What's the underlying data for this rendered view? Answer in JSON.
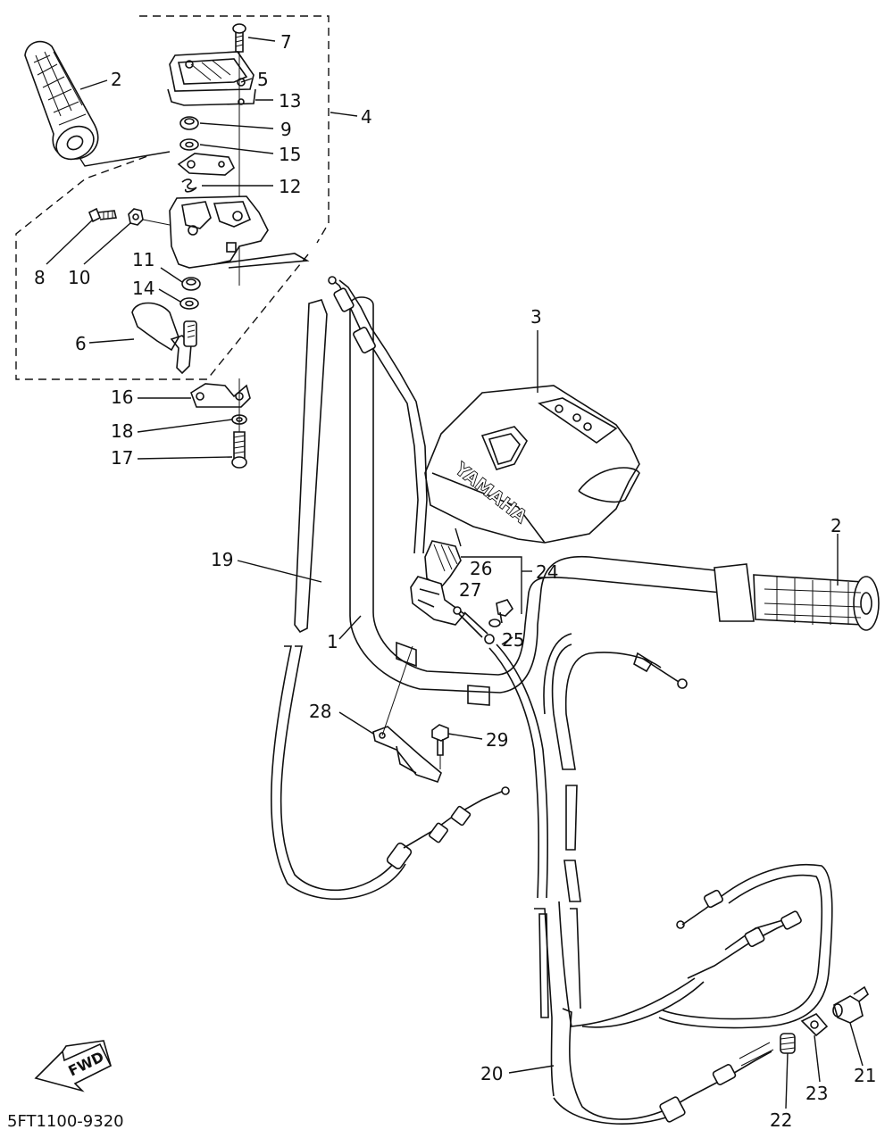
{
  "diagram": {
    "code": "5FT1100-9320",
    "fwd_label": "FWD",
    "brand_text": "YAMAHA",
    "callouts": [
      {
        "id": "c1",
        "text": "1"
      },
      {
        "id": "c2a",
        "text": "2"
      },
      {
        "id": "c2b",
        "text": "2"
      },
      {
        "id": "c3",
        "text": "3"
      },
      {
        "id": "c4",
        "text": "4"
      },
      {
        "id": "c5",
        "text": "5"
      },
      {
        "id": "c6",
        "text": "6"
      },
      {
        "id": "c7",
        "text": "7"
      },
      {
        "id": "c8",
        "text": "8"
      },
      {
        "id": "c9",
        "text": "9"
      },
      {
        "id": "c10",
        "text": "10"
      },
      {
        "id": "c11",
        "text": "11"
      },
      {
        "id": "c12",
        "text": "12"
      },
      {
        "id": "c13",
        "text": "13"
      },
      {
        "id": "c14",
        "text": "14"
      },
      {
        "id": "c15",
        "text": "15"
      },
      {
        "id": "c16",
        "text": "16"
      },
      {
        "id": "c17",
        "text": "17"
      },
      {
        "id": "c18",
        "text": "18"
      },
      {
        "id": "c19",
        "text": "19"
      },
      {
        "id": "c20",
        "text": "20"
      },
      {
        "id": "c21",
        "text": "21"
      },
      {
        "id": "c22",
        "text": "22"
      },
      {
        "id": "c23",
        "text": "23"
      },
      {
        "id": "c24",
        "text": "24"
      },
      {
        "id": "c25",
        "text": "25"
      },
      {
        "id": "c26",
        "text": "26"
      },
      {
        "id": "c27",
        "text": "27"
      },
      {
        "id": "c28",
        "text": "28"
      },
      {
        "id": "c29",
        "text": "29"
      }
    ]
  }
}
